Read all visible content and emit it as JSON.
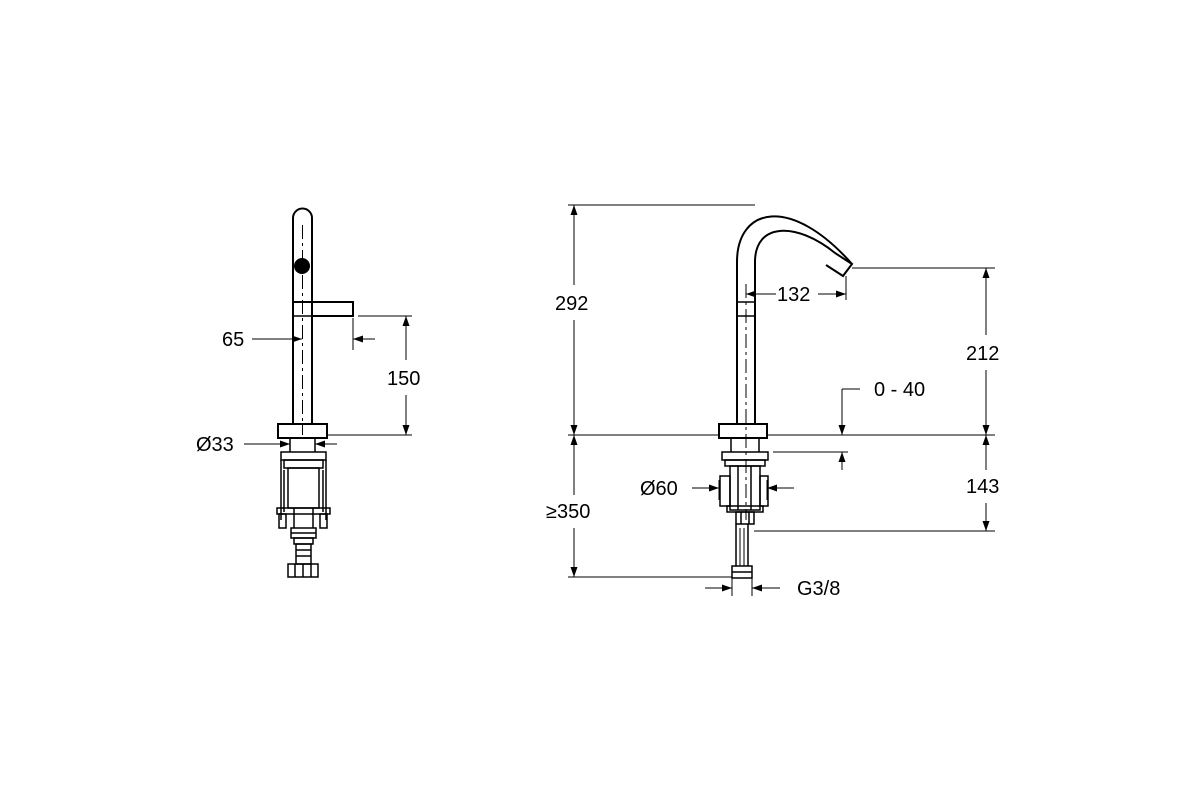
{
  "side_view": {
    "dimensions": {
      "lever_length": "65",
      "lever_height": "150",
      "base_diameter": "Ø33"
    }
  },
  "front_view": {
    "dimensions": {
      "total_height": "292",
      "spout_reach": "132",
      "spout_height": "212",
      "deck_thickness": "0 - 40",
      "base_diameter": "Ø60",
      "below_deck_clearance": "≥350",
      "shank_length": "143",
      "thread": "G3/8"
    }
  },
  "colors": {
    "line": "#000000",
    "background": "#ffffff"
  }
}
